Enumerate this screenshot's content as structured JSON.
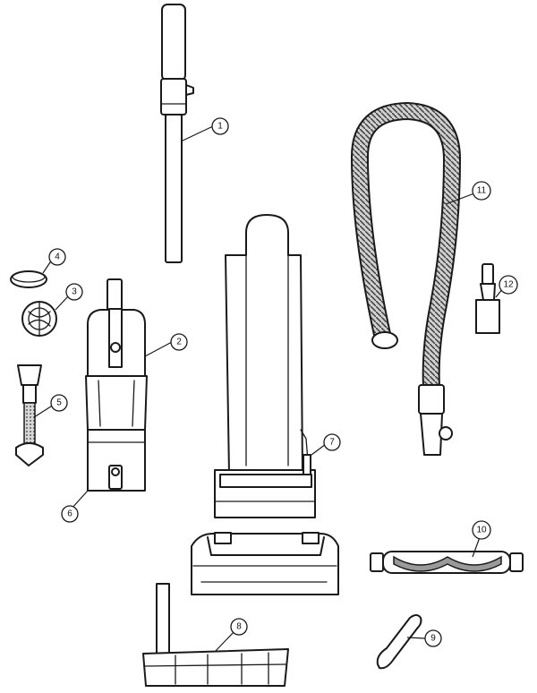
{
  "callouts": [
    {
      "id": "1",
      "label": "1"
    },
    {
      "id": "2",
      "label": "2"
    },
    {
      "id": "3",
      "label": "3"
    },
    {
      "id": "4",
      "label": "4"
    },
    {
      "id": "5",
      "label": "5"
    },
    {
      "id": "6",
      "label": "6"
    },
    {
      "id": "7",
      "label": "7"
    },
    {
      "id": "8",
      "label": "8"
    },
    {
      "id": "9",
      "label": "9"
    },
    {
      "id": "10",
      "label": "10"
    },
    {
      "id": "11",
      "label": "11"
    },
    {
      "id": "12",
      "label": "12"
    }
  ],
  "colors": {
    "line": "#1a1a1a",
    "background": "#ffffff",
    "shading": "#9a9a9a"
  }
}
